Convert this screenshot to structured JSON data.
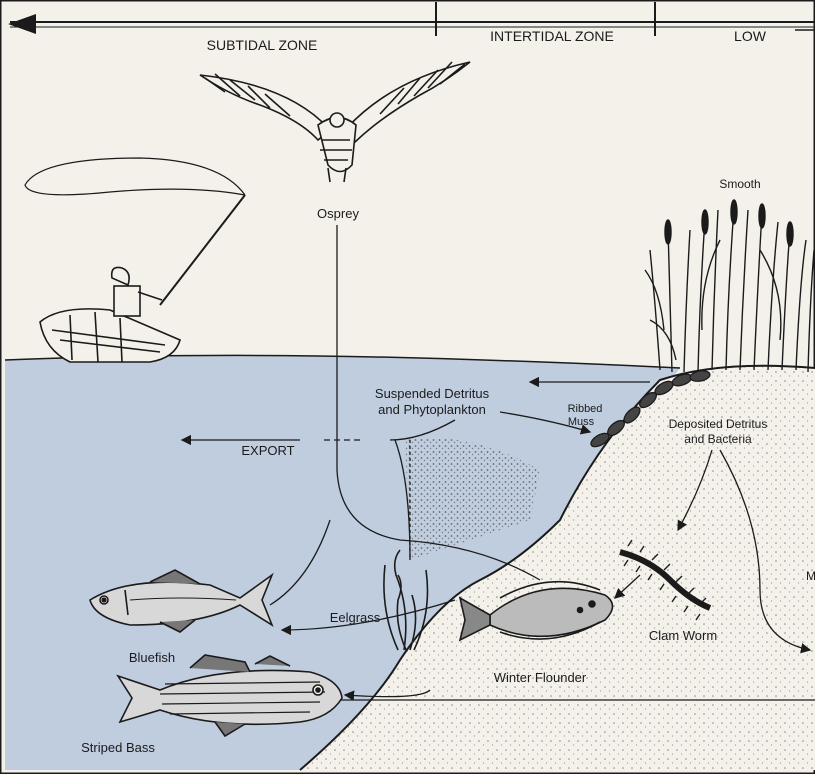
{
  "zones": {
    "subtidal": "SUBTIDAL ZONE",
    "intertidal": "INTERTIDAL ZONE",
    "low": "LOW"
  },
  "labels": {
    "osprey": "Osprey",
    "smooth": "Smooth",
    "suspended_line1": "Suspended Detritus",
    "suspended_line2": "and Phytoplankton",
    "ribbed_line1": "Ribbed",
    "ribbed_line2": "Muss",
    "deposited_line1": "Deposited Detritus",
    "deposited_line2": "and Bacteria",
    "export": "EXPORT",
    "eelgrass": "Eelgrass",
    "bluefish": "Bluefish",
    "clam_worm": "Clam Worm",
    "winter_flounder": "Winter Flounder",
    "striped_bass": "Striped Bass",
    "m_edge": "M"
  },
  "colors": {
    "water": "#bfcddf",
    "paper": "#f4f1ea",
    "ink": "#1b1b1b"
  }
}
